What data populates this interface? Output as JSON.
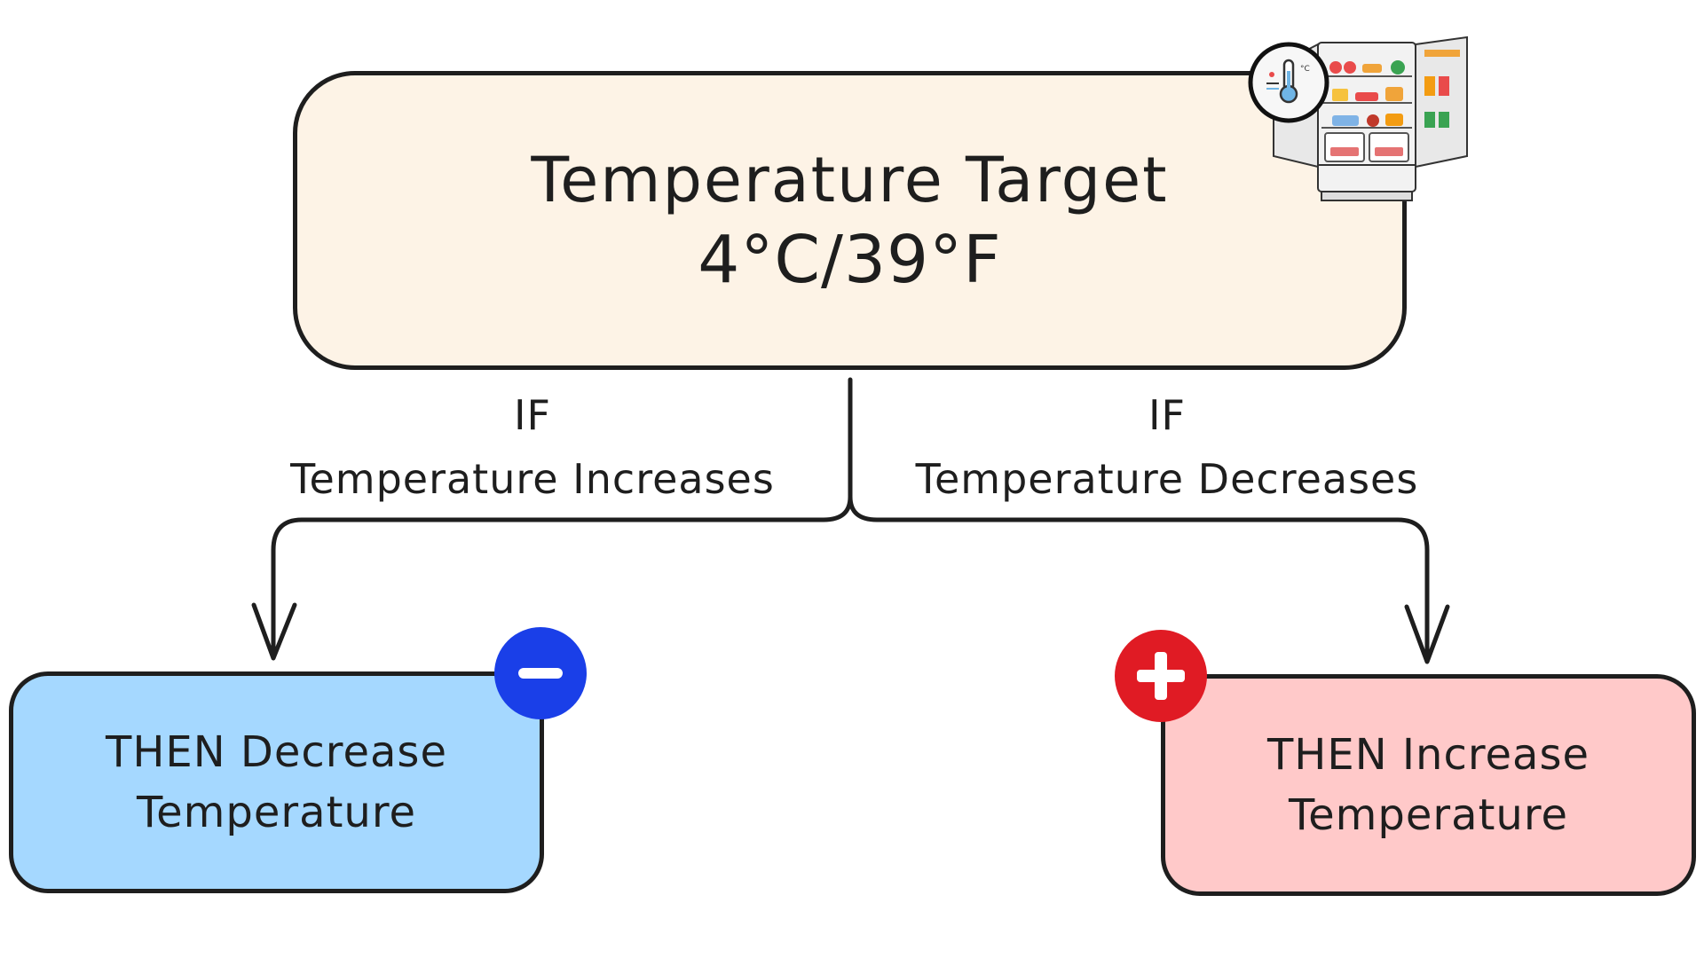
{
  "target": {
    "title": "Temperature Target",
    "value": "4°C/39°F"
  },
  "branches": [
    {
      "condition_keyword": "IF",
      "condition": "Temperature Increases"
    },
    {
      "condition_keyword": "IF",
      "condition": "Temperature Decreases"
    }
  ],
  "results": [
    {
      "line1": "THEN Decrease",
      "line2": "Temperature",
      "badge_icon": "minus-icon",
      "box_color": "#a5d8ff",
      "badge_color": "#1a3fe8"
    },
    {
      "line1": "THEN Increase",
      "line2": "Temperature",
      "badge_icon": "plus-icon",
      "box_color": "#ffc9c9",
      "badge_color": "#e01b24"
    }
  ],
  "colors": {
    "target_box": "#fdf3e6",
    "stroke": "#1e1e1e"
  },
  "icons": [
    "fridge-icon",
    "thermometer-icon",
    "minus-icon",
    "plus-icon",
    "arrow-down-icon"
  ]
}
